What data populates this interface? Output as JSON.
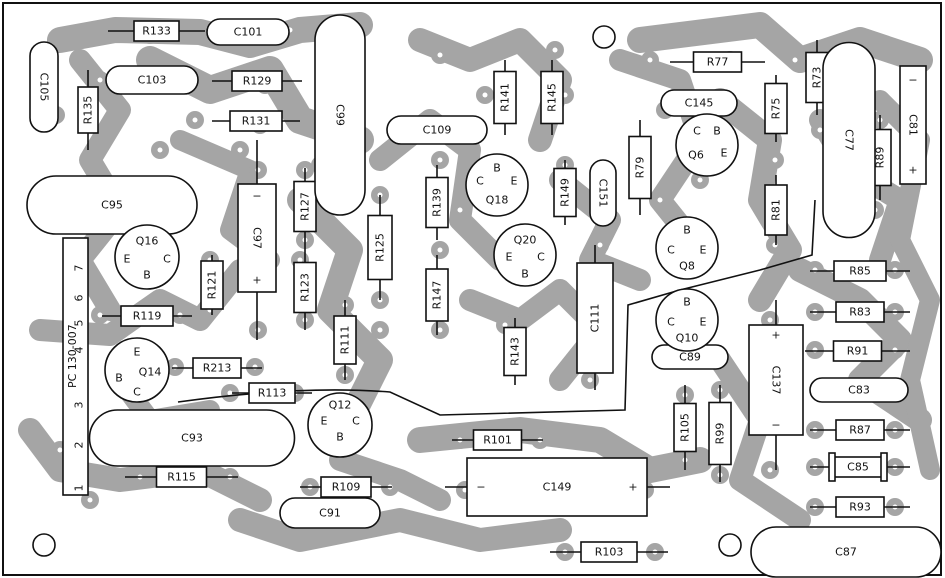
{
  "board_code": "PC 130-007",
  "pin_numbers": [
    "7",
    "6",
    "5",
    "4",
    "3",
    "2",
    "1"
  ],
  "resistors": [
    {
      "id": "r133",
      "label": "R133"
    },
    {
      "id": "r129",
      "label": "R129"
    },
    {
      "id": "r131",
      "label": "R131"
    },
    {
      "id": "r135",
      "label": "R135"
    },
    {
      "id": "r127",
      "label": "R127"
    },
    {
      "id": "r123",
      "label": "R123"
    },
    {
      "id": "r121",
      "label": "R121"
    },
    {
      "id": "r119",
      "label": "R119"
    },
    {
      "id": "r213",
      "label": "R213"
    },
    {
      "id": "r113",
      "label": "R113"
    },
    {
      "id": "r115",
      "label": "R115"
    },
    {
      "id": "r111",
      "label": "R111"
    },
    {
      "id": "r125",
      "label": "R125"
    },
    {
      "id": "r109",
      "label": "R109"
    },
    {
      "id": "r139",
      "label": "R139"
    },
    {
      "id": "r147",
      "label": "R147"
    },
    {
      "id": "r141",
      "label": "R141"
    },
    {
      "id": "r145",
      "label": "R145"
    },
    {
      "id": "r149",
      "label": "R149"
    },
    {
      "id": "r143",
      "label": "R143"
    },
    {
      "id": "r101",
      "label": "R101"
    },
    {
      "id": "r103",
      "label": "R103"
    },
    {
      "id": "r105",
      "label": "R105"
    },
    {
      "id": "r99",
      "label": "R99"
    },
    {
      "id": "r79",
      "label": "R79"
    },
    {
      "id": "r77",
      "label": "R77"
    },
    {
      "id": "r75",
      "label": "R75"
    },
    {
      "id": "r73",
      "label": "R73"
    },
    {
      "id": "r81",
      "label": "R81"
    },
    {
      "id": "r89",
      "label": "R89"
    },
    {
      "id": "r85",
      "label": "R85"
    },
    {
      "id": "r83",
      "label": "R83"
    },
    {
      "id": "r91",
      "label": "R91"
    },
    {
      "id": "r87",
      "label": "R87"
    },
    {
      "id": "r93",
      "label": "R93"
    }
  ],
  "capacitors": [
    {
      "id": "c101",
      "label": "C101"
    },
    {
      "id": "c103",
      "label": "C103"
    },
    {
      "id": "c105",
      "label": "C105"
    },
    {
      "id": "c99",
      "label": "C99"
    },
    {
      "id": "c109",
      "label": "C109"
    },
    {
      "id": "c95",
      "label": "C95"
    },
    {
      "id": "c97",
      "label": "C97"
    },
    {
      "id": "c93",
      "label": "C93"
    },
    {
      "id": "c91",
      "label": "C91"
    },
    {
      "id": "c151",
      "label": "C151"
    },
    {
      "id": "c111",
      "label": "C111"
    },
    {
      "id": "c145",
      "label": "C145"
    },
    {
      "id": "c149",
      "label": "C149"
    },
    {
      "id": "c89",
      "label": "C89"
    },
    {
      "id": "c137",
      "label": "C137"
    },
    {
      "id": "c77",
      "label": "C77"
    },
    {
      "id": "c81",
      "label": "C81"
    },
    {
      "id": "c83",
      "label": "C83"
    },
    {
      "id": "c85",
      "label": "C85"
    },
    {
      "id": "c87",
      "label": "C87"
    }
  ],
  "transistors": [
    {
      "id": "q16",
      "label": "Q16"
    },
    {
      "id": "q14",
      "label": "Q14"
    },
    {
      "id": "q12",
      "label": "Q12"
    },
    {
      "id": "q18",
      "label": "Q18"
    },
    {
      "id": "q20",
      "label": "Q20"
    },
    {
      "id": "q6",
      "label": "Q6"
    },
    {
      "id": "q8",
      "label": "Q8"
    },
    {
      "id": "q10",
      "label": "Q10"
    }
  ],
  "pins": {
    "e": "E",
    "b": "B",
    "c": "C"
  },
  "polarity": {
    "plus": "+",
    "minus": "−"
  }
}
